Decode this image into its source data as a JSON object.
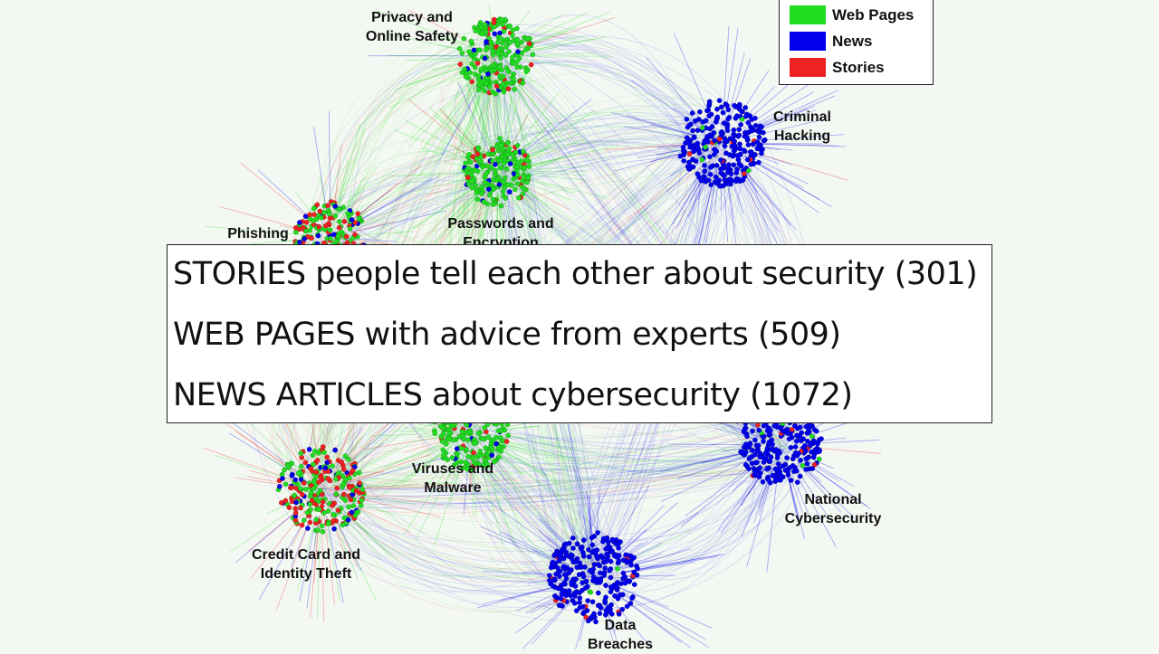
{
  "legend": [
    {
      "label": "Web Pages",
      "color": "#22dd22"
    },
    {
      "label": "News",
      "color": "#0000ee"
    },
    {
      "label": "Stories",
      "color": "#ee2222"
    }
  ],
  "clusters": [
    {
      "id": "privacy",
      "label": "Privacy and\nOnline Safety",
      "main": "web",
      "mix": "web-heavy"
    },
    {
      "id": "passwords",
      "label": "Passwords and\nEncryption",
      "main": "web",
      "mix": "web-heavy"
    },
    {
      "id": "phishing",
      "label": "Phishing",
      "main": "mixed",
      "mix": "mixed"
    },
    {
      "id": "criminal",
      "label": "Criminal\nHacking",
      "main": "news",
      "mix": "news-heavy"
    },
    {
      "id": "viruses",
      "label": "Viruses and\nMalware",
      "main": "web",
      "mix": "web-heavy"
    },
    {
      "id": "national",
      "label": "National\nCybersecurity",
      "main": "news",
      "mix": "news-heavy"
    },
    {
      "id": "creditcard",
      "label": "Credit Card and\nIdentity Theft",
      "main": "mixed",
      "mix": "mixed"
    },
    {
      "id": "breaches",
      "label": "Data\nBreaches",
      "main": "news",
      "mix": "news-heavy"
    }
  ],
  "overlay": {
    "lines": [
      "STORIES people tell each other about security (301)",
      "WEB PAGES with advice from experts (509)",
      "NEWS ARTICLES about cybersecurity (1072)"
    ]
  }
}
